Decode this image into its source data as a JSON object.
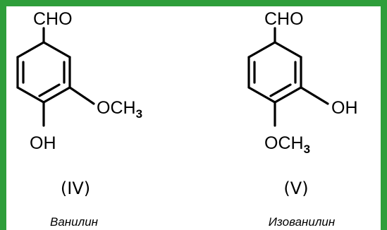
{
  "colors": {
    "border": "#2e9e3a",
    "background": "#ffffff",
    "ink": "#000000"
  },
  "molecules": [
    {
      "number": "(IV)",
      "name": "Ванилин",
      "top_group": "CHO",
      "side_group": "OCH",
      "side_sub": "3",
      "bottom_group": "OH",
      "bottom_sub": ""
    },
    {
      "number": "(V)",
      "name": "Изованилин",
      "top_group": "CHO",
      "side_group": "OH",
      "side_sub": "",
      "bottom_group": "OCH",
      "bottom_sub": "3"
    }
  ]
}
